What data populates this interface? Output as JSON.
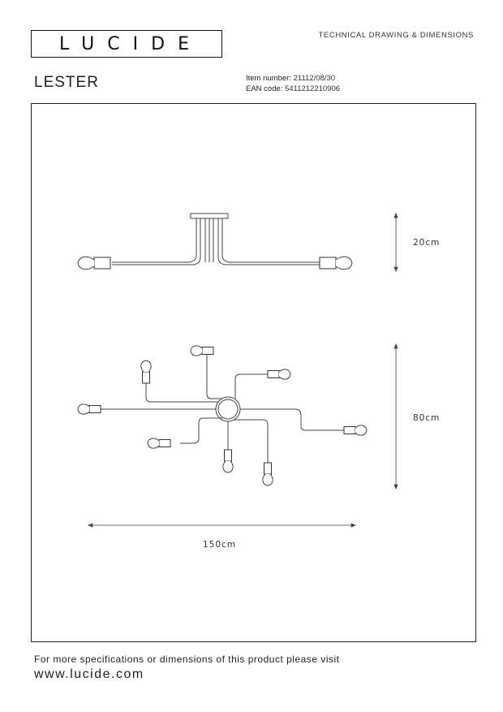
{
  "header": {
    "brand": "LUCIDE",
    "doc_type": "TECHNICAL DRAWING & DIMENSIONS",
    "product_name": "LESTER",
    "item_number_label": "Item number:",
    "item_number": "21112/08/30",
    "ean_label": "EAN code:",
    "ean": "5411212210906"
  },
  "drawing": {
    "height_dim": "20cm",
    "depth_dim": "80cm",
    "width_dim": "150cm"
  },
  "footer": {
    "text": "For more specifications or dimensions of this product please visit",
    "url": "www.lucide.com"
  }
}
